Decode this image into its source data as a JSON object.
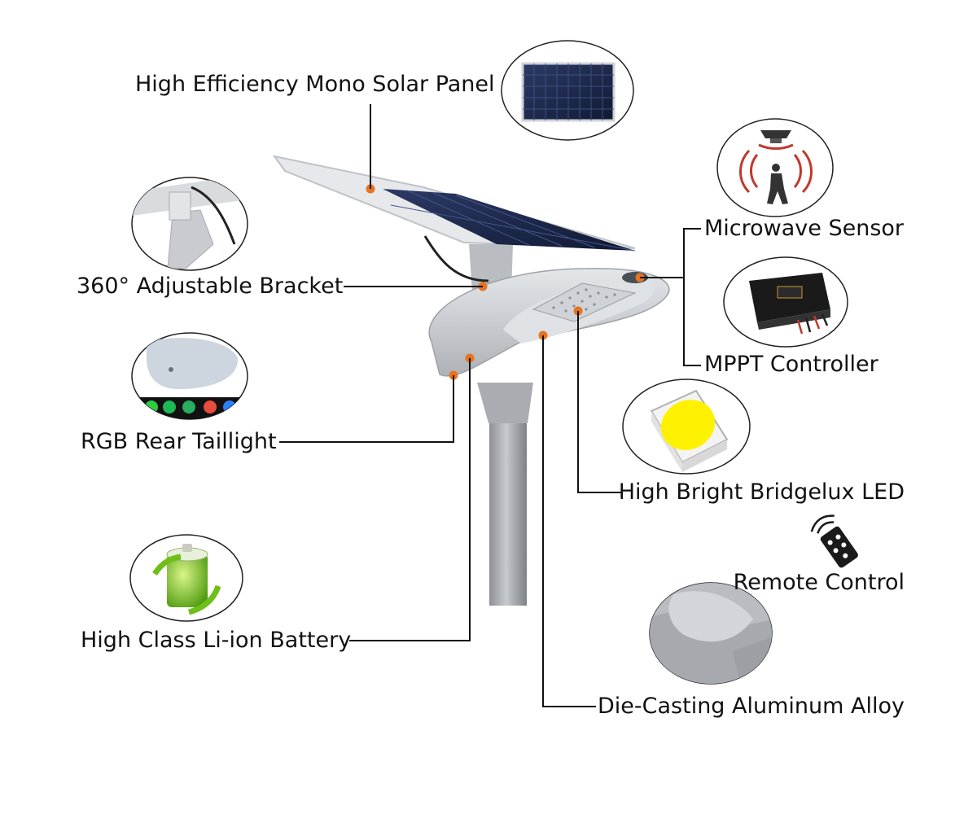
{
  "labels": {
    "solar_panel": "High Efficiency Mono Solar Panel",
    "bracket": "360° Adjustable Bracket",
    "taillight": "RGB Rear Taillight",
    "battery": "High Class Li-ion Battery",
    "sensor": "Microwave Sensor",
    "controller": "MPPT Controller",
    "led": "High Bright Bridgelux LED",
    "remote": "Remote Control",
    "housing": "Die-Casting Aluminum Alloy"
  },
  "icons": {
    "solar_panel": "solar-panel-icon",
    "bracket": "bracket-icon",
    "taillight": "taillight-icon",
    "battery": "battery-icon",
    "sensor": "motion-sensor-icon",
    "controller": "controller-icon",
    "led": "led-chip-icon",
    "remote": "remote-control-icon",
    "housing": "aluminum-housing-icon"
  },
  "colors": {
    "callout_dot": "#e8731f",
    "leader_line": "#111111",
    "text": "#111111",
    "sensor_waves": "#c0392b",
    "led_chip": "#fff200",
    "battery": "#8bd12a",
    "lamp_body": "#c9cdd2",
    "solar_cells": "#1f2a4a"
  }
}
